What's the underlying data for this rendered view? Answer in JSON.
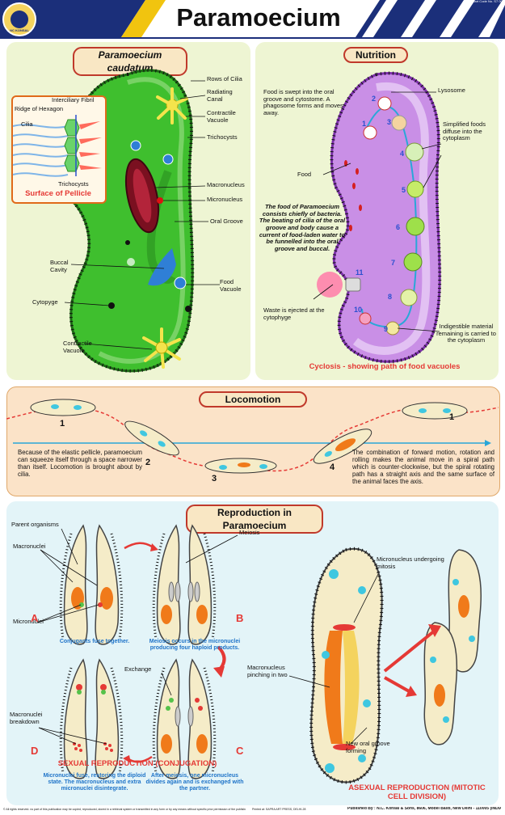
{
  "header": {
    "title": "Paramoecium",
    "chart_code": "Chart Code No. S7 000",
    "logo_text": "NC KONSAL"
  },
  "structure": {
    "heading": "Paramoecium caudatum",
    "labels": {
      "rows_of_cilia": "Rows of Cilia",
      "radiating_canal": "Radiating Canal",
      "contractile_vacuole_top": "Contractile Vacuole",
      "trichocysts": "Trichocysts",
      "macronucleus": "Macronucleus",
      "micronucleus": "Micronucleus",
      "oral_groove": "Oral Groove",
      "buccal_cavity": "Buccal Cavity",
      "food_vacuole": "Food Vacuole",
      "cytopyge": "Cytopyge",
      "contractile_vacuole_bottom": "Contractile Vacuole"
    },
    "pellicle": {
      "caption": "Surface of Pellicle",
      "interciliary_fibril": "Interciliary Fibril",
      "ridge_of_hexagon": "Ridge of Hexagon",
      "cilia": "Cilia",
      "trichocysts": "Trichocysts"
    }
  },
  "nutrition": {
    "heading": "Nutrition",
    "food_swept": "Food is swept into the oral groove and cytostome. A phagosome forms and moves away.",
    "lysosome": "Lysosome",
    "simplified_foods": "Simplified foods diffuse into the cytoplasm",
    "food": "Food",
    "bacteria_note": "The food of Paramoecium consists chiefly of bacteria. The beating of cilia of the oral groove and body cause a current of food-laden water to be funnelled into the oral groove and buccal.",
    "waste": "Waste is ejected at the cytophyge",
    "indigestible": "Indigestible material remaining is carried to the cytoplasm",
    "caption": "Cyclosis - showing path of food vacuoles",
    "steps": [
      "1",
      "2",
      "3",
      "4",
      "5",
      "6",
      "7",
      "8",
      "9",
      "10",
      "11"
    ]
  },
  "locomotion": {
    "heading": "Locomotion",
    "left_text": "Because of the elastic pellicle, paramoecium can squeeze itself through a space narrower than itself. Locomotion is brought about by cilia.",
    "right_text": "The combination of forward motion, rotation and rolling makes the animal move in a spiral path which is counter-clockwise, but the spiral rotating path has a straight axis and the same surface of the animal faces the axis.",
    "positions": [
      "1",
      "2",
      "3",
      "4",
      "1"
    ]
  },
  "reproduction": {
    "heading": "Reproduction in Paramoecium",
    "parent_organisms": "Parent organisms",
    "macronuclei": "Macronuclei",
    "micronuclei": "Micronuclei",
    "meiosis": "Meiosis",
    "exchange": "Exchange",
    "macronuclei_breakdown": "Macronuclei breakdown",
    "stage_a_letter": "A",
    "stage_a_caption": "Conjugants fuse together.",
    "stage_b_letter": "B",
    "stage_b_caption": "Meiosis occurs in the micronuclei producing four haploid products.",
    "stage_c_letter": "C",
    "stage_c_caption": "After meiosis, one micronucleus divides again and is exchanged with the partner.",
    "stage_d_letter": "D",
    "stage_d_caption": "Micronuclei fuse, restoring the diploid state. The macronucleus and extra micronuclei disintegrate.",
    "sexual_title": "SEXUAL REPRODUCTION (CONJUGATION)",
    "macronucleus_pinching": "Macronucleus pinching in two",
    "micronucleus_mitosis": "Micronucleus undergoing mitosis",
    "new_oral_groove": "New oral groove forming",
    "asexual_title": "ASEXUAL REPRODUCTION (MITOTIC CELL DIVISION)"
  },
  "footer": {
    "rights": "© All rights reserved. no part of this publication may be copied, reproduced, stored in a retrieval system or transmitted in any form or by any means without specific prior permission of the publisher.",
    "printed": "Printed at: SAPRA ART PRESS, DELHI-28",
    "publisher": "Published By : N.C. Konsal & Sons, 8606, Model Basti, New Delhi - 110005 (INDIA)"
  },
  "colors": {
    "structure_bg": "#eef5d3",
    "nutrition_bg": "#eef5d3",
    "locomotion_bg": "#fbe3c8",
    "reproduction_bg": "#e3f4f8",
    "cell_green": "#3fbf2e",
    "cell_purple": "#c98fe6",
    "accent_red": "#e53935",
    "caption_blue": "#1e73c8"
  }
}
